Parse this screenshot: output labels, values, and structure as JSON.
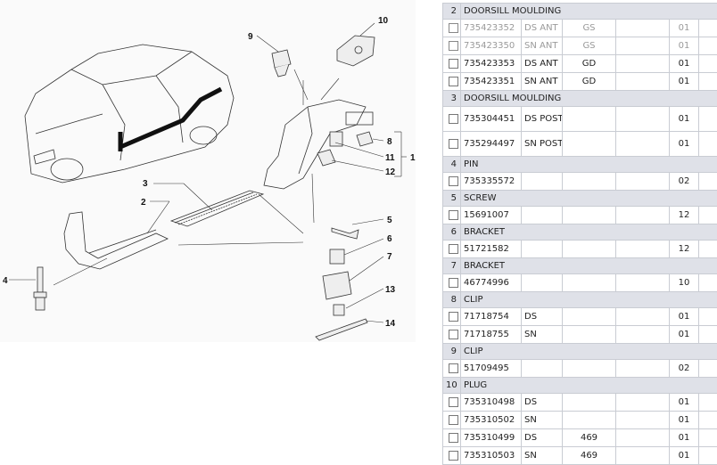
{
  "callouts": [
    "1",
    "2",
    "3",
    "4",
    "5",
    "6",
    "7",
    "8",
    "9",
    "10",
    "11",
    "12",
    "13",
    "14"
  ],
  "groups": [
    {
      "num": "2",
      "name": "DOORSILL MOULDING",
      "rows": [
        {
          "part": "735423352",
          "desc": "DS ANT",
          "var": "GS",
          "qty": "01",
          "muted": true
        },
        {
          "part": "735423350",
          "desc": "SN ANT",
          "var": "GS",
          "qty": "01",
          "muted": true
        },
        {
          "part": "735423353",
          "desc": "DS ANT",
          "var": "GD",
          "qty": "01",
          "muted": false
        },
        {
          "part": "735423351",
          "desc": "SN ANT",
          "var": "GD",
          "qty": "01",
          "muted": false
        }
      ]
    },
    {
      "num": "3",
      "name": "DOORSILL MOULDING",
      "rows": [
        {
          "part": "735304451",
          "desc": "DS POST",
          "var": "",
          "qty": "01",
          "tall": true
        },
        {
          "part": "735294497",
          "desc": "SN POST",
          "var": "",
          "qty": "01",
          "tall": true
        }
      ]
    },
    {
      "num": "4",
      "name": "PIN",
      "rows": [
        {
          "part": "735335572",
          "desc": "",
          "var": "",
          "qty": "02"
        }
      ]
    },
    {
      "num": "5",
      "name": "SCREW",
      "rows": [
        {
          "part": "15691007",
          "desc": "",
          "var": "",
          "qty": "12",
          "indent": true
        }
      ]
    },
    {
      "num": "6",
      "name": "BRACKET",
      "rows": [
        {
          "part": "51721582",
          "desc": "",
          "var": "",
          "qty": "12",
          "indent": true
        }
      ]
    },
    {
      "num": "7",
      "name": "BRACKET",
      "rows": [
        {
          "part": "46774996",
          "desc": "",
          "var": "",
          "qty": "10",
          "indent": true
        }
      ]
    },
    {
      "num": "8",
      "name": "CLIP",
      "rows": [
        {
          "part": "71718754",
          "desc": "DS",
          "var": "",
          "qty": "01",
          "indent": true
        },
        {
          "part": "71718755",
          "desc": "SN",
          "var": "",
          "qty": "01",
          "indent": true
        }
      ]
    },
    {
      "num": "9",
      "name": "CLIP",
      "rows": [
        {
          "part": "51709495",
          "desc": "",
          "var": "",
          "qty": "02",
          "indent": true
        }
      ]
    },
    {
      "num": "10",
      "name": "PLUG",
      "rows": [
        {
          "part": "735310498",
          "desc": "DS",
          "var": "",
          "qty": "01"
        },
        {
          "part": "735310502",
          "desc": "SN",
          "var": "",
          "qty": "01"
        },
        {
          "part": "735310499",
          "desc": "DS",
          "var": "469",
          "qty": "01"
        },
        {
          "part": "735310503",
          "desc": "SN",
          "var": "469",
          "qty": "01"
        }
      ]
    }
  ]
}
